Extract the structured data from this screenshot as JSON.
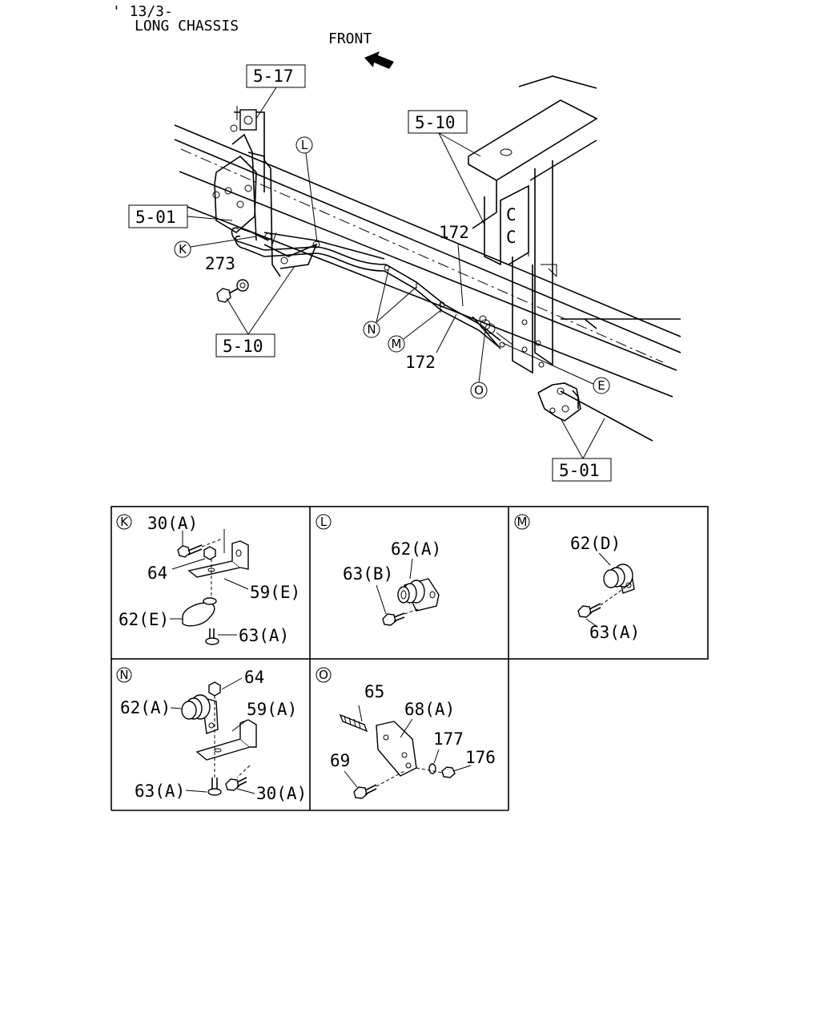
{
  "header": {
    "date_code": "' 13/3-",
    "variant": "LONG CHASSIS",
    "front_label": "FRONT"
  },
  "main": {
    "refs": {
      "r517": "5-17",
      "r510_top": "5-10",
      "r501_left": "5-01",
      "r510_bottom": "5-10",
      "r501_bottom": "5-01"
    },
    "part_numbers": {
      "p273": "273",
      "p172_upper": "172",
      "p172_lower": "172"
    },
    "callouts": {
      "K": "K",
      "L": "L",
      "N": "N",
      "M": "M",
      "O": "O",
      "E": "E"
    }
  },
  "details": {
    "K": {
      "letter": "K",
      "labels": {
        "a": "30(A)",
        "b": "64",
        "c": "59(E)",
        "d": "62(E)",
        "e": "63(A)"
      }
    },
    "L": {
      "letter": "L",
      "labels": {
        "a": "62(A)",
        "b": "63(B)"
      }
    },
    "M": {
      "letter": "M",
      "labels": {
        "a": "62(D)",
        "b": "63(A)"
      }
    },
    "N": {
      "letter": "N",
      "labels": {
        "a": "64",
        "b": "62(A)",
        "c": "59(A)",
        "d": "63(A)",
        "e": "30(A)"
      }
    },
    "O": {
      "letter": "O",
      "labels": {
        "a": "65",
        "b": "68(A)",
        "c": "177",
        "d": "176",
        "e": "69"
      }
    }
  }
}
